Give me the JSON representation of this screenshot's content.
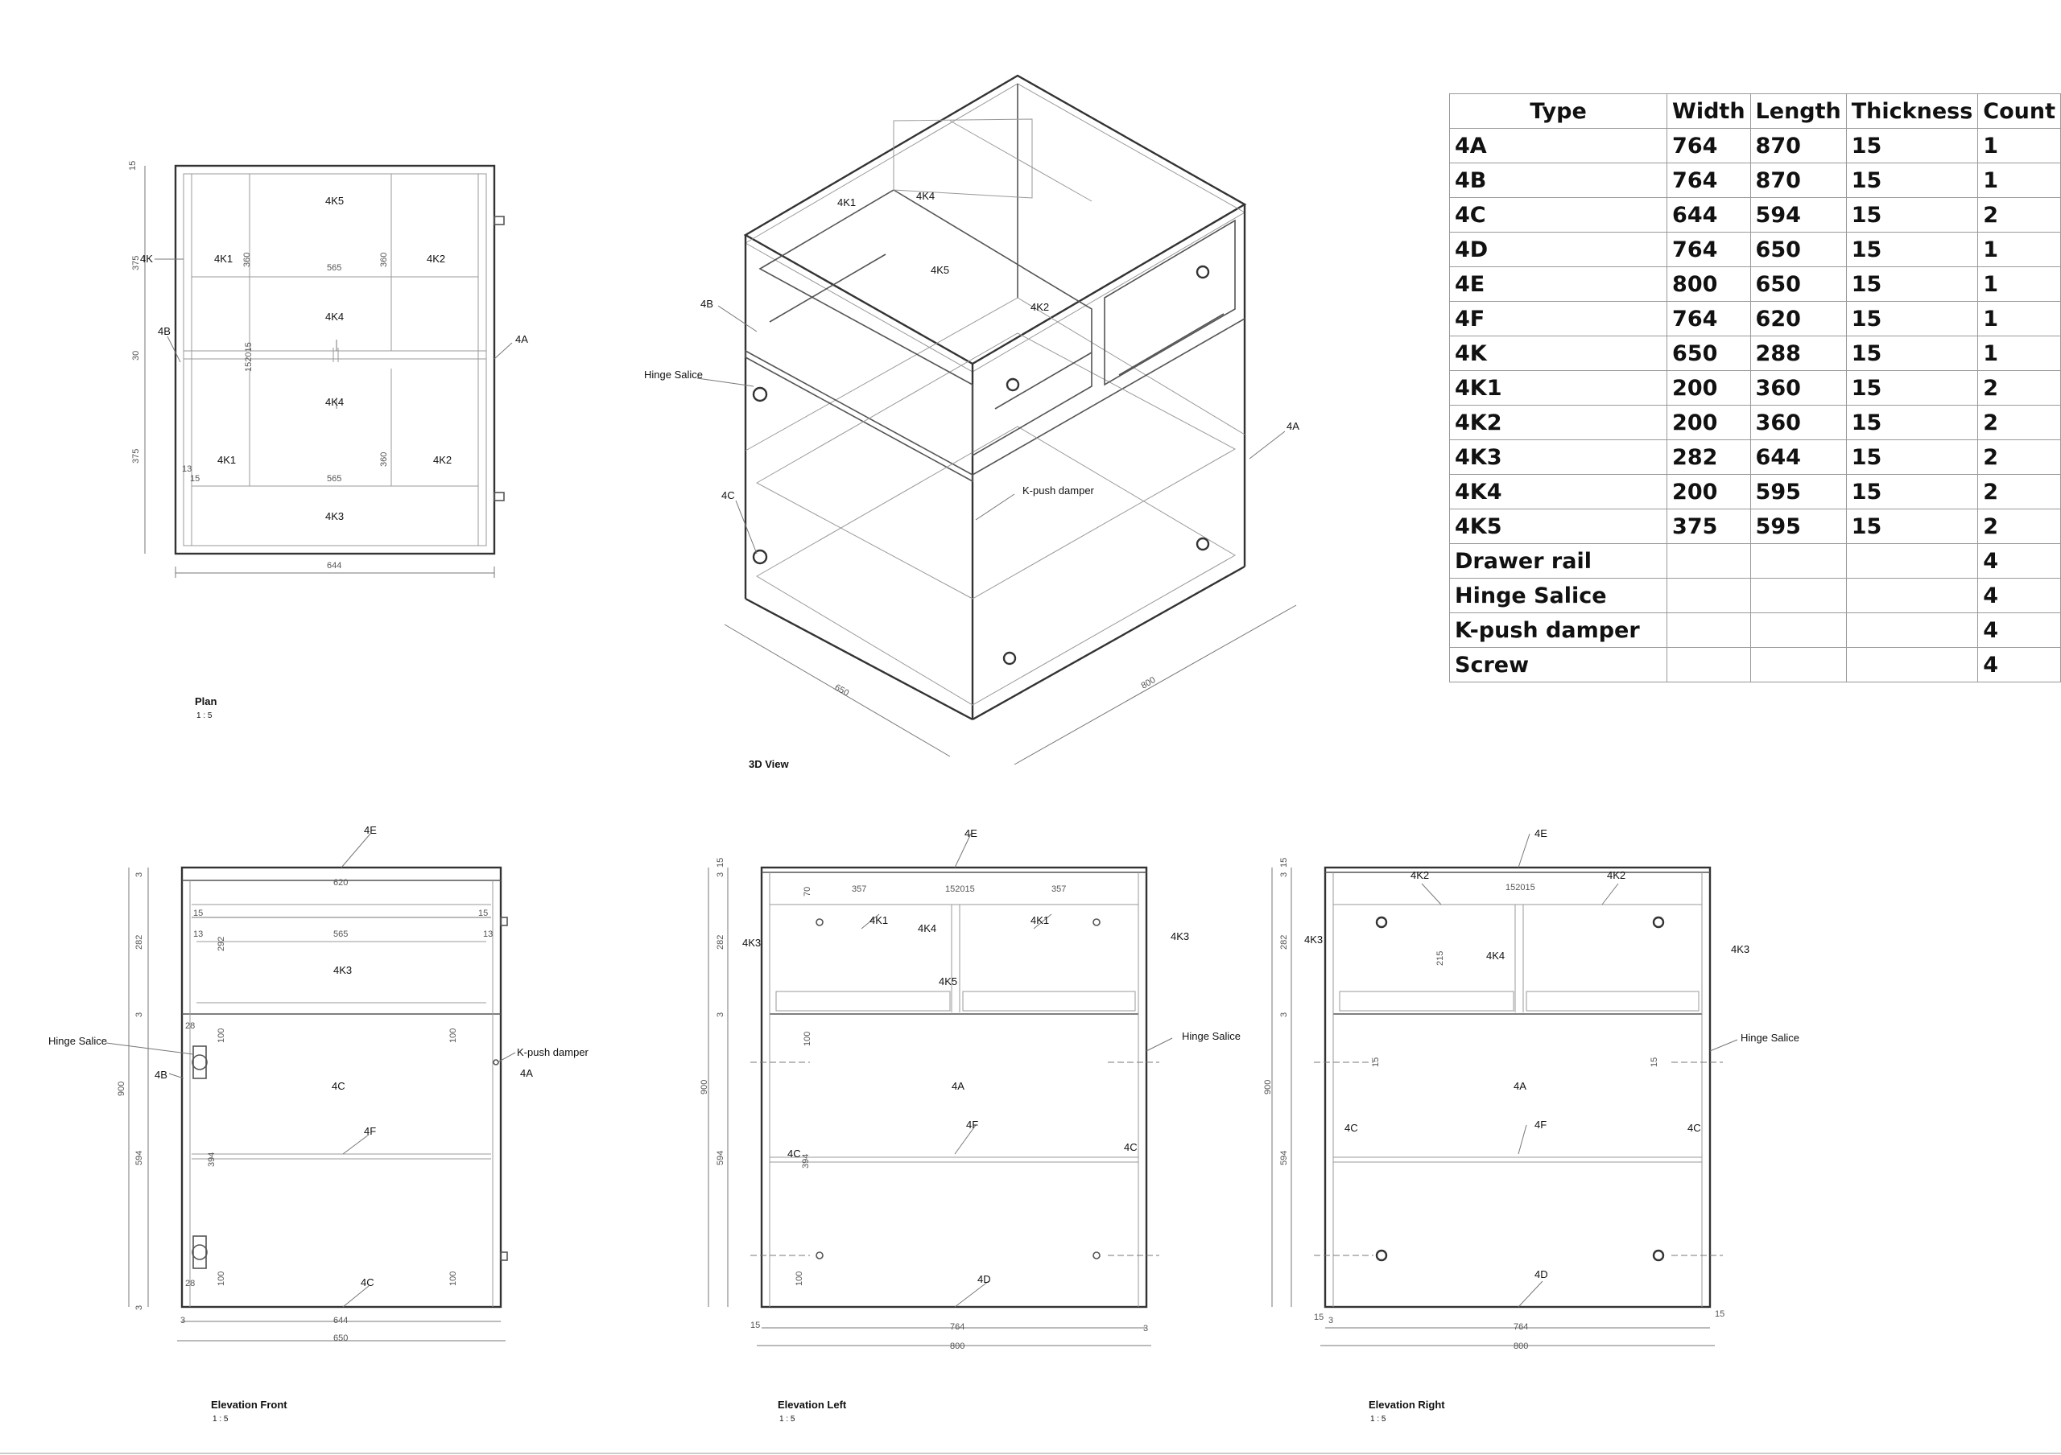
{
  "views": {
    "plan": {
      "title": "Plan",
      "scale": "1 : 5",
      "labels": [
        "4K5",
        "4K",
        "4K1",
        "4K2",
        "4B",
        "4A",
        "4K4",
        "4K4",
        "4K1",
        "4K2",
        "4K3"
      ],
      "dims": [
        "15",
        "375",
        "30",
        "375",
        "360",
        "565",
        "360",
        "152015",
        "13",
        "15",
        "565",
        "360",
        "644"
      ]
    },
    "view3d": {
      "title": "3D View",
      "labels": [
        "4K1",
        "4K4",
        "4K5",
        "4B",
        "4K2",
        "Hinge Salice",
        "4C",
        "K-push damper",
        "4A"
      ],
      "dims": [
        "650",
        "800"
      ]
    },
    "elevation_front": {
      "title": "Elevation Front",
      "scale": "1 : 5",
      "labels": [
        "4E",
        "4K3",
        "Hinge Salice",
        "4B",
        "4C",
        "K-push damper",
        "4A",
        "4F",
        "4C"
      ],
      "dims": [
        "3",
        "620",
        "15",
        "15",
        "13",
        "13",
        "565",
        "282",
        "292",
        "3",
        "28",
        "100",
        "100",
        "900",
        "594",
        "394",
        "28",
        "100",
        "100",
        "3",
        "3",
        "644",
        "650"
      ]
    },
    "elevation_left": {
      "title": "Elevation Left",
      "scale": "1 : 5",
      "labels": [
        "4E",
        "4K3",
        "4K1",
        "4K4",
        "4K1",
        "4K3",
        "4K5",
        "Hinge Salice",
        "4A",
        "4F",
        "4C",
        "4C",
        "4D"
      ],
      "dims": [
        "15",
        "3",
        "70",
        "357",
        "152015",
        "357",
        "282",
        "3",
        "100",
        "900",
        "594",
        "394",
        "100",
        "15",
        "764",
        "3",
        "800"
      ]
    },
    "elevation_right": {
      "title": "Elevation Right",
      "scale": "1 : 5",
      "labels": [
        "4E",
        "4K2",
        "4K2",
        "4K3",
        "4K4",
        "4K3",
        "Hinge Salice",
        "4A",
        "4C",
        "4F",
        "4C",
        "4D"
      ],
      "dims": [
        "15",
        "3",
        "152015",
        "215",
        "282",
        "3",
        "15",
        "15",
        "900",
        "594",
        "15",
        "3",
        "764",
        "15",
        "800"
      ]
    }
  },
  "parts_table": {
    "headers": [
      "Type",
      "Width",
      "Length",
      "Thickness",
      "Count"
    ],
    "rows": [
      [
        "4A",
        "764",
        "870",
        "15",
        "1"
      ],
      [
        "4B",
        "764",
        "870",
        "15",
        "1"
      ],
      [
        "4C",
        "644",
        "594",
        "15",
        "2"
      ],
      [
        "4D",
        "764",
        "650",
        "15",
        "1"
      ],
      [
        "4E",
        "800",
        "650",
        "15",
        "1"
      ],
      [
        "4F",
        "764",
        "620",
        "15",
        "1"
      ],
      [
        "4K",
        "650",
        "288",
        "15",
        "1"
      ],
      [
        "4K1",
        "200",
        "360",
        "15",
        "2"
      ],
      [
        "4K2",
        "200",
        "360",
        "15",
        "2"
      ],
      [
        "4K3",
        "282",
        "644",
        "15",
        "2"
      ],
      [
        "4K4",
        "200",
        "595",
        "15",
        "2"
      ],
      [
        "4K5",
        "375",
        "595",
        "15",
        "2"
      ],
      [
        "Drawer rail",
        "",
        "",
        "",
        "4"
      ],
      [
        "Hinge Salice",
        "",
        "",
        "",
        "4"
      ],
      [
        "K-push damper",
        "",
        "",
        "",
        "4"
      ],
      [
        "Screw",
        "",
        "",
        "",
        "4"
      ]
    ]
  }
}
